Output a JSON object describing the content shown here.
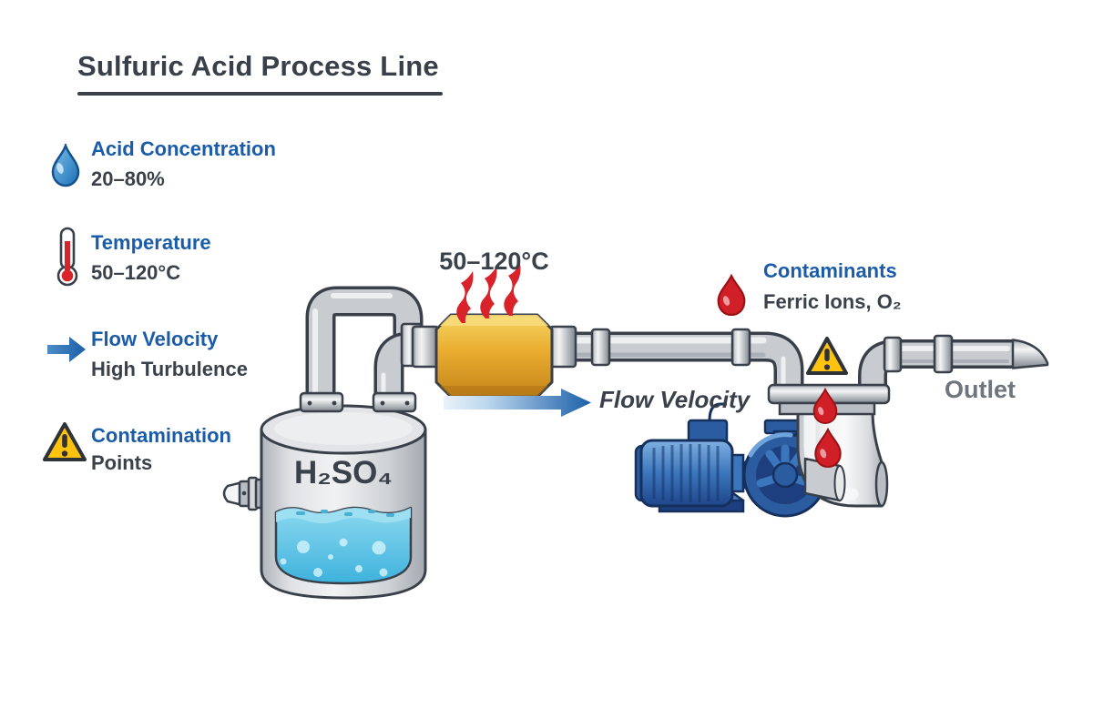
{
  "title": "Sulfuric Acid Process Line",
  "legend": {
    "items": [
      {
        "icon": "droplet-icon",
        "label": "Acid Concentration",
        "value": "20–80%"
      },
      {
        "icon": "thermometer-icon",
        "label": "Temperature",
        "value": "50–120°C"
      },
      {
        "icon": "flow-arrow-icon",
        "label": "Flow Velocity",
        "value": "High Turbulence"
      },
      {
        "icon": "warning-triangle-icon",
        "label": "Contamination",
        "value": "Points"
      }
    ]
  },
  "diagram": {
    "tank_label": "H₂SO₄",
    "heater_temp_label": "50–120°C",
    "flow_arrow_label": "Flow Velocity",
    "contaminants_label": "Contaminants",
    "contaminants_value": "Ferric Ions, O₂",
    "outlet_label": "Outlet"
  },
  "colors": {
    "label_blue": "#1A5CA9",
    "text_dark": "#3A414B",
    "outlet_gray": "#6E757D",
    "pipe_gray": "#C8CCD1",
    "heater_gold": "#E9AC2F",
    "flame_red": "#D8232A",
    "drop_red": "#D01F26",
    "warning_yellow": "#FFC20E",
    "pump_blue": "#3B76BC",
    "liquid_blue": "#4FC0E4",
    "arrow_blue": "#1B5FA8",
    "background": "#FFFFFF"
  }
}
